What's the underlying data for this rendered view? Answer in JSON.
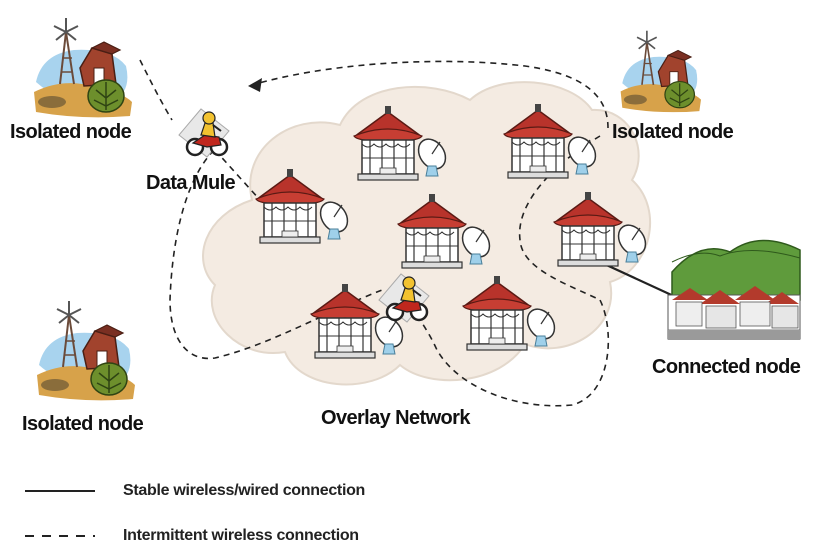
{
  "labels": {
    "isolated_top_left": "Isolated node",
    "isolated_top_right": "Isolated node",
    "isolated_bottom_left": "Isolated node",
    "data_mule": "Data Mule",
    "connected_node": "Connected node",
    "overlay_network": "Overlay Network"
  },
  "legend": {
    "solid": "Stable wireless/wired connection",
    "dashed": "Intermittent wireless connection"
  },
  "colors": {
    "cloud_fill": "#f4ebe2",
    "cloud_stroke": "#e3d8cc",
    "gazebo_roof": "#b8332b",
    "gazebo_body": "#ffffff",
    "barn": "#a1432d",
    "bush": "#6d8f2c",
    "grass": "#9bc36b",
    "line": "#222222"
  },
  "icons": {
    "isolated_node": "farm-windmill-icon",
    "base_station": "gazebo-with-satellite-dish-icon",
    "data_mule": "motorcycle-rider-icon",
    "connected_node": "village-icon"
  }
}
